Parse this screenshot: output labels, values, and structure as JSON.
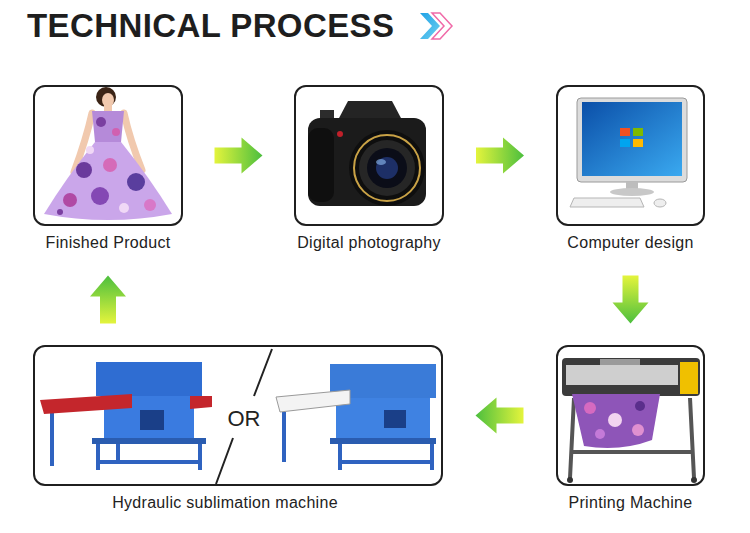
{
  "diagram": {
    "title": "TECHNICAL PROCESS",
    "nodes": [
      {
        "text": [
          "Finished Product"
        ]
      },
      {
        "text": [
          "Digital photography"
        ]
      },
      {
        "text": [
          "Computer design"
        ]
      },
      {
        "text": [
          "Printing Machine"
        ]
      },
      {
        "text": [
          "OR",
          "Hydraulic sublimation machine"
        ]
      }
    ],
    "edges": [
      {
        "from": 0,
        "to": 1,
        "arrow": "to"
      },
      {
        "from": 1,
        "to": 2,
        "arrow": "to"
      },
      {
        "from": 2,
        "to": 3,
        "arrow": "to"
      },
      {
        "from": 3,
        "to": 4,
        "arrow": "to"
      },
      {
        "from": 4,
        "to": 0,
        "arrow": "to"
      }
    ]
  }
}
